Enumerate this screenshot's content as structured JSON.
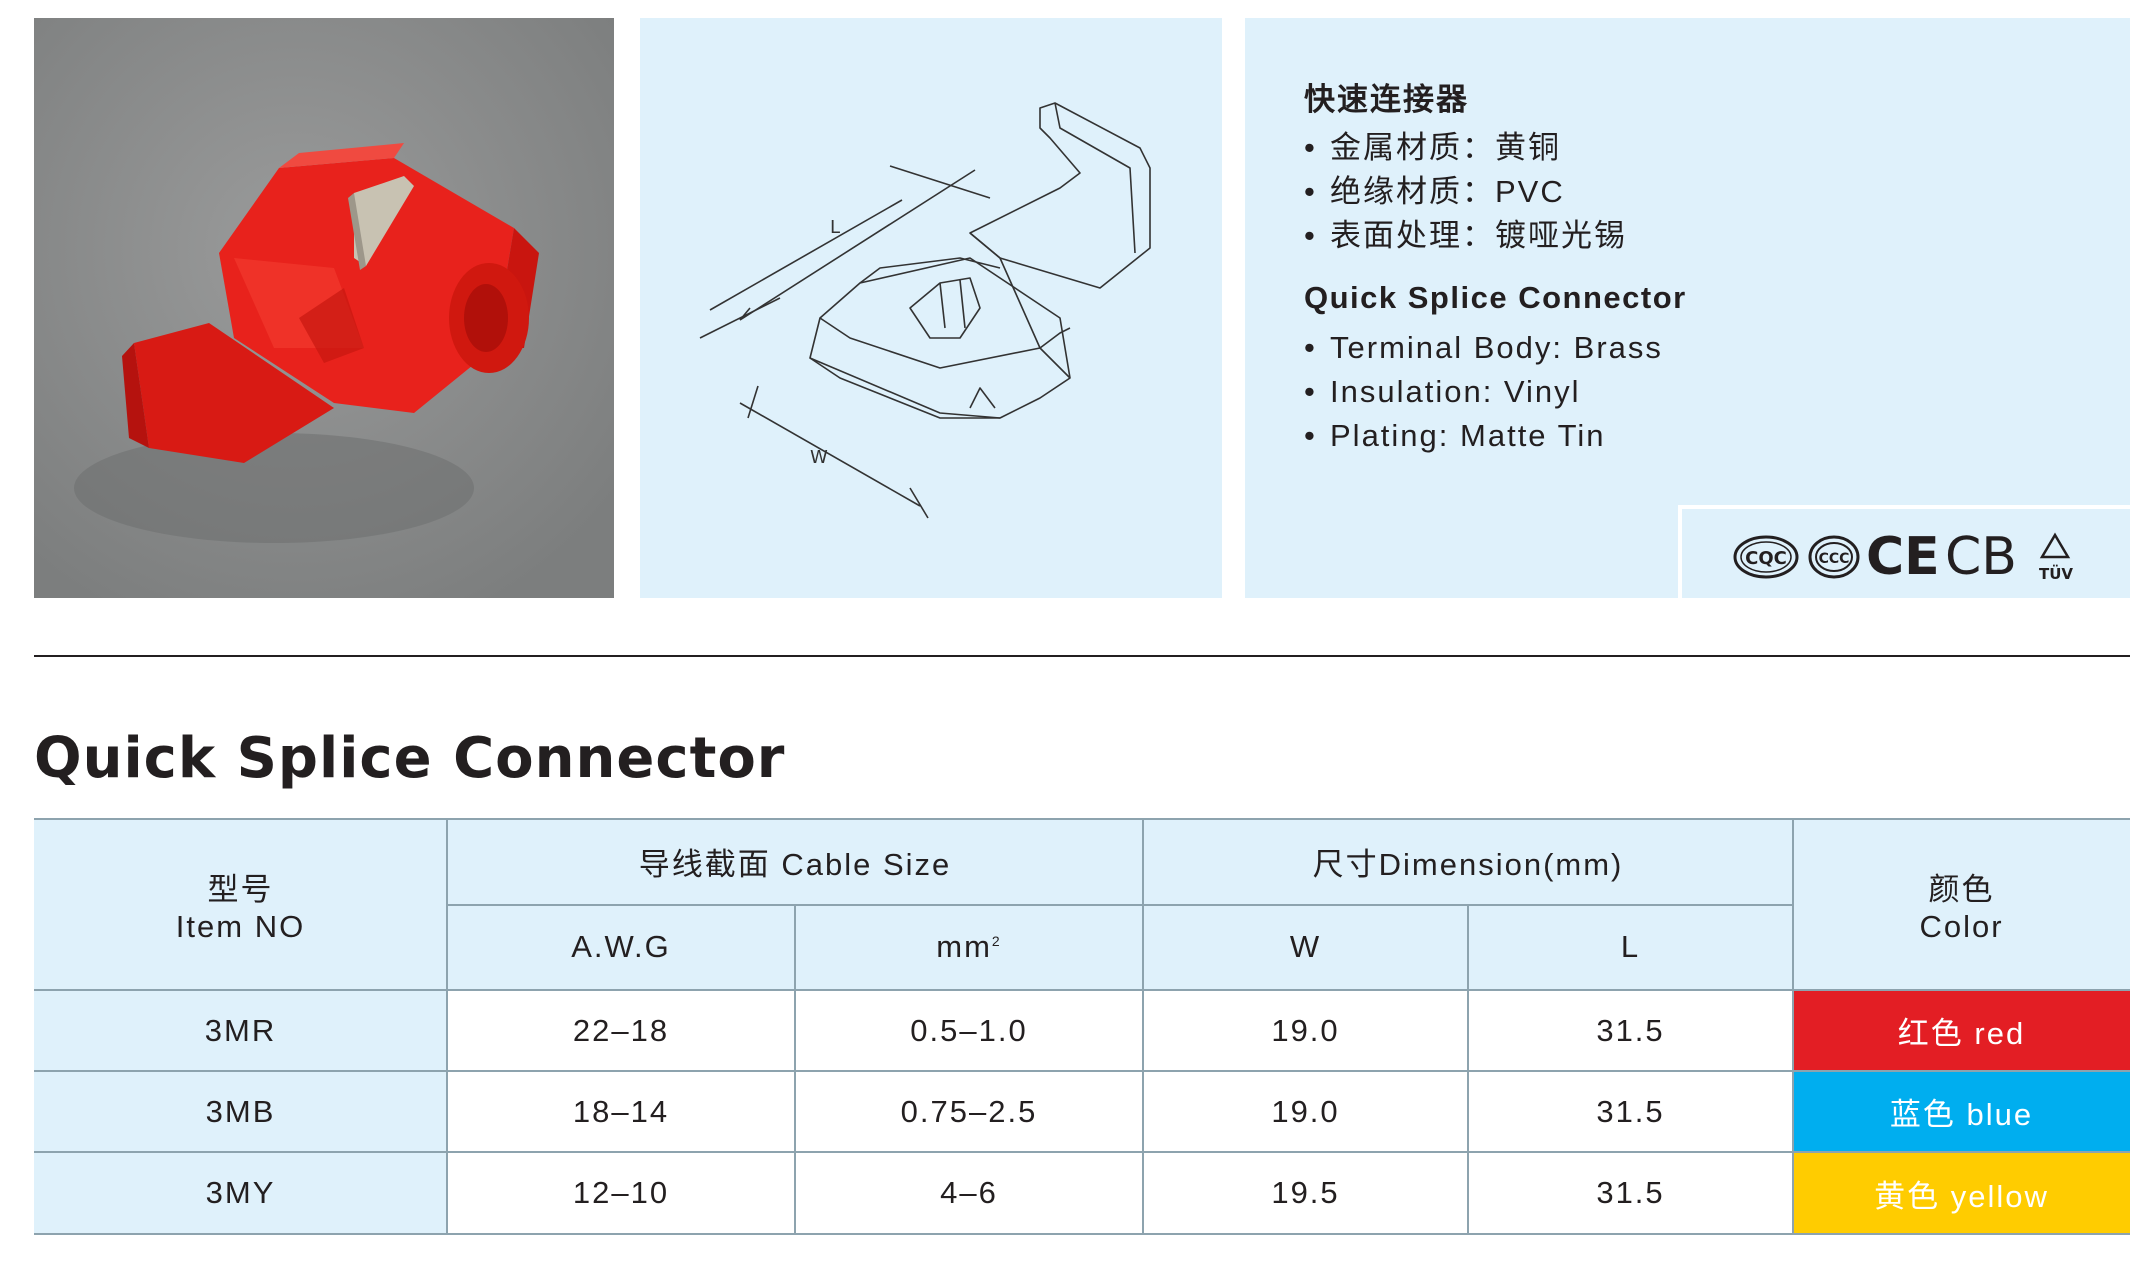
{
  "specs": {
    "title_cn": "快速连接器",
    "items_cn": [
      {
        "label": "金属材质：",
        "value": "黄铜"
      },
      {
        "label": "绝缘材质：",
        "value": "PVC"
      },
      {
        "label": "表面处理：",
        "value": "镀哑光锡"
      }
    ],
    "title_en": "Quick Splice Connector",
    "items_en": [
      "Terminal Body: Brass",
      "Insulation: Vinyl",
      "Plating: Matte Tin"
    ],
    "bullet": "•",
    "certifications": [
      "CQC",
      "CCC",
      "CE",
      "CB",
      "TÜV"
    ]
  },
  "drawing": {
    "label_l": "L",
    "label_w": "W"
  },
  "section_title": "Quick Splice Connector",
  "table": {
    "h_item_cn": "型号",
    "h_item_en": "Item NO",
    "h_cable": "导线截面 Cable Size",
    "h_dimension": "尺寸Dimension(mm)",
    "h_color_cn": "颜色",
    "h_color_en": "Color",
    "h_awg": "A.W.G",
    "h_mm2": "mm",
    "h_mm2_sup": "2",
    "h_w": "W",
    "h_l": "L",
    "rows": [
      {
        "item": "3MR",
        "awg": "22–18",
        "mm2": "0.5–1.0",
        "w": "19.0",
        "l": "31.5",
        "color": "红色 red",
        "color_hex": "#e31e24"
      },
      {
        "item": "3MB",
        "awg": "18–14",
        "mm2": "0.75–2.5",
        "w": "19.0",
        "l": "31.5",
        "color": "蓝色 blue",
        "color_hex": "#00aeef"
      },
      {
        "item": "3MY",
        "awg": "12–10",
        "mm2": "4–6",
        "w": "19.5",
        "l": "31.5",
        "color": "黄色 yellow",
        "color_hex": "#ffcc00"
      }
    ]
  },
  "colors": {
    "panel_bg": "#dff1fb",
    "photo_bg": "#8a8c8c",
    "connector_red": "#e8221c"
  }
}
